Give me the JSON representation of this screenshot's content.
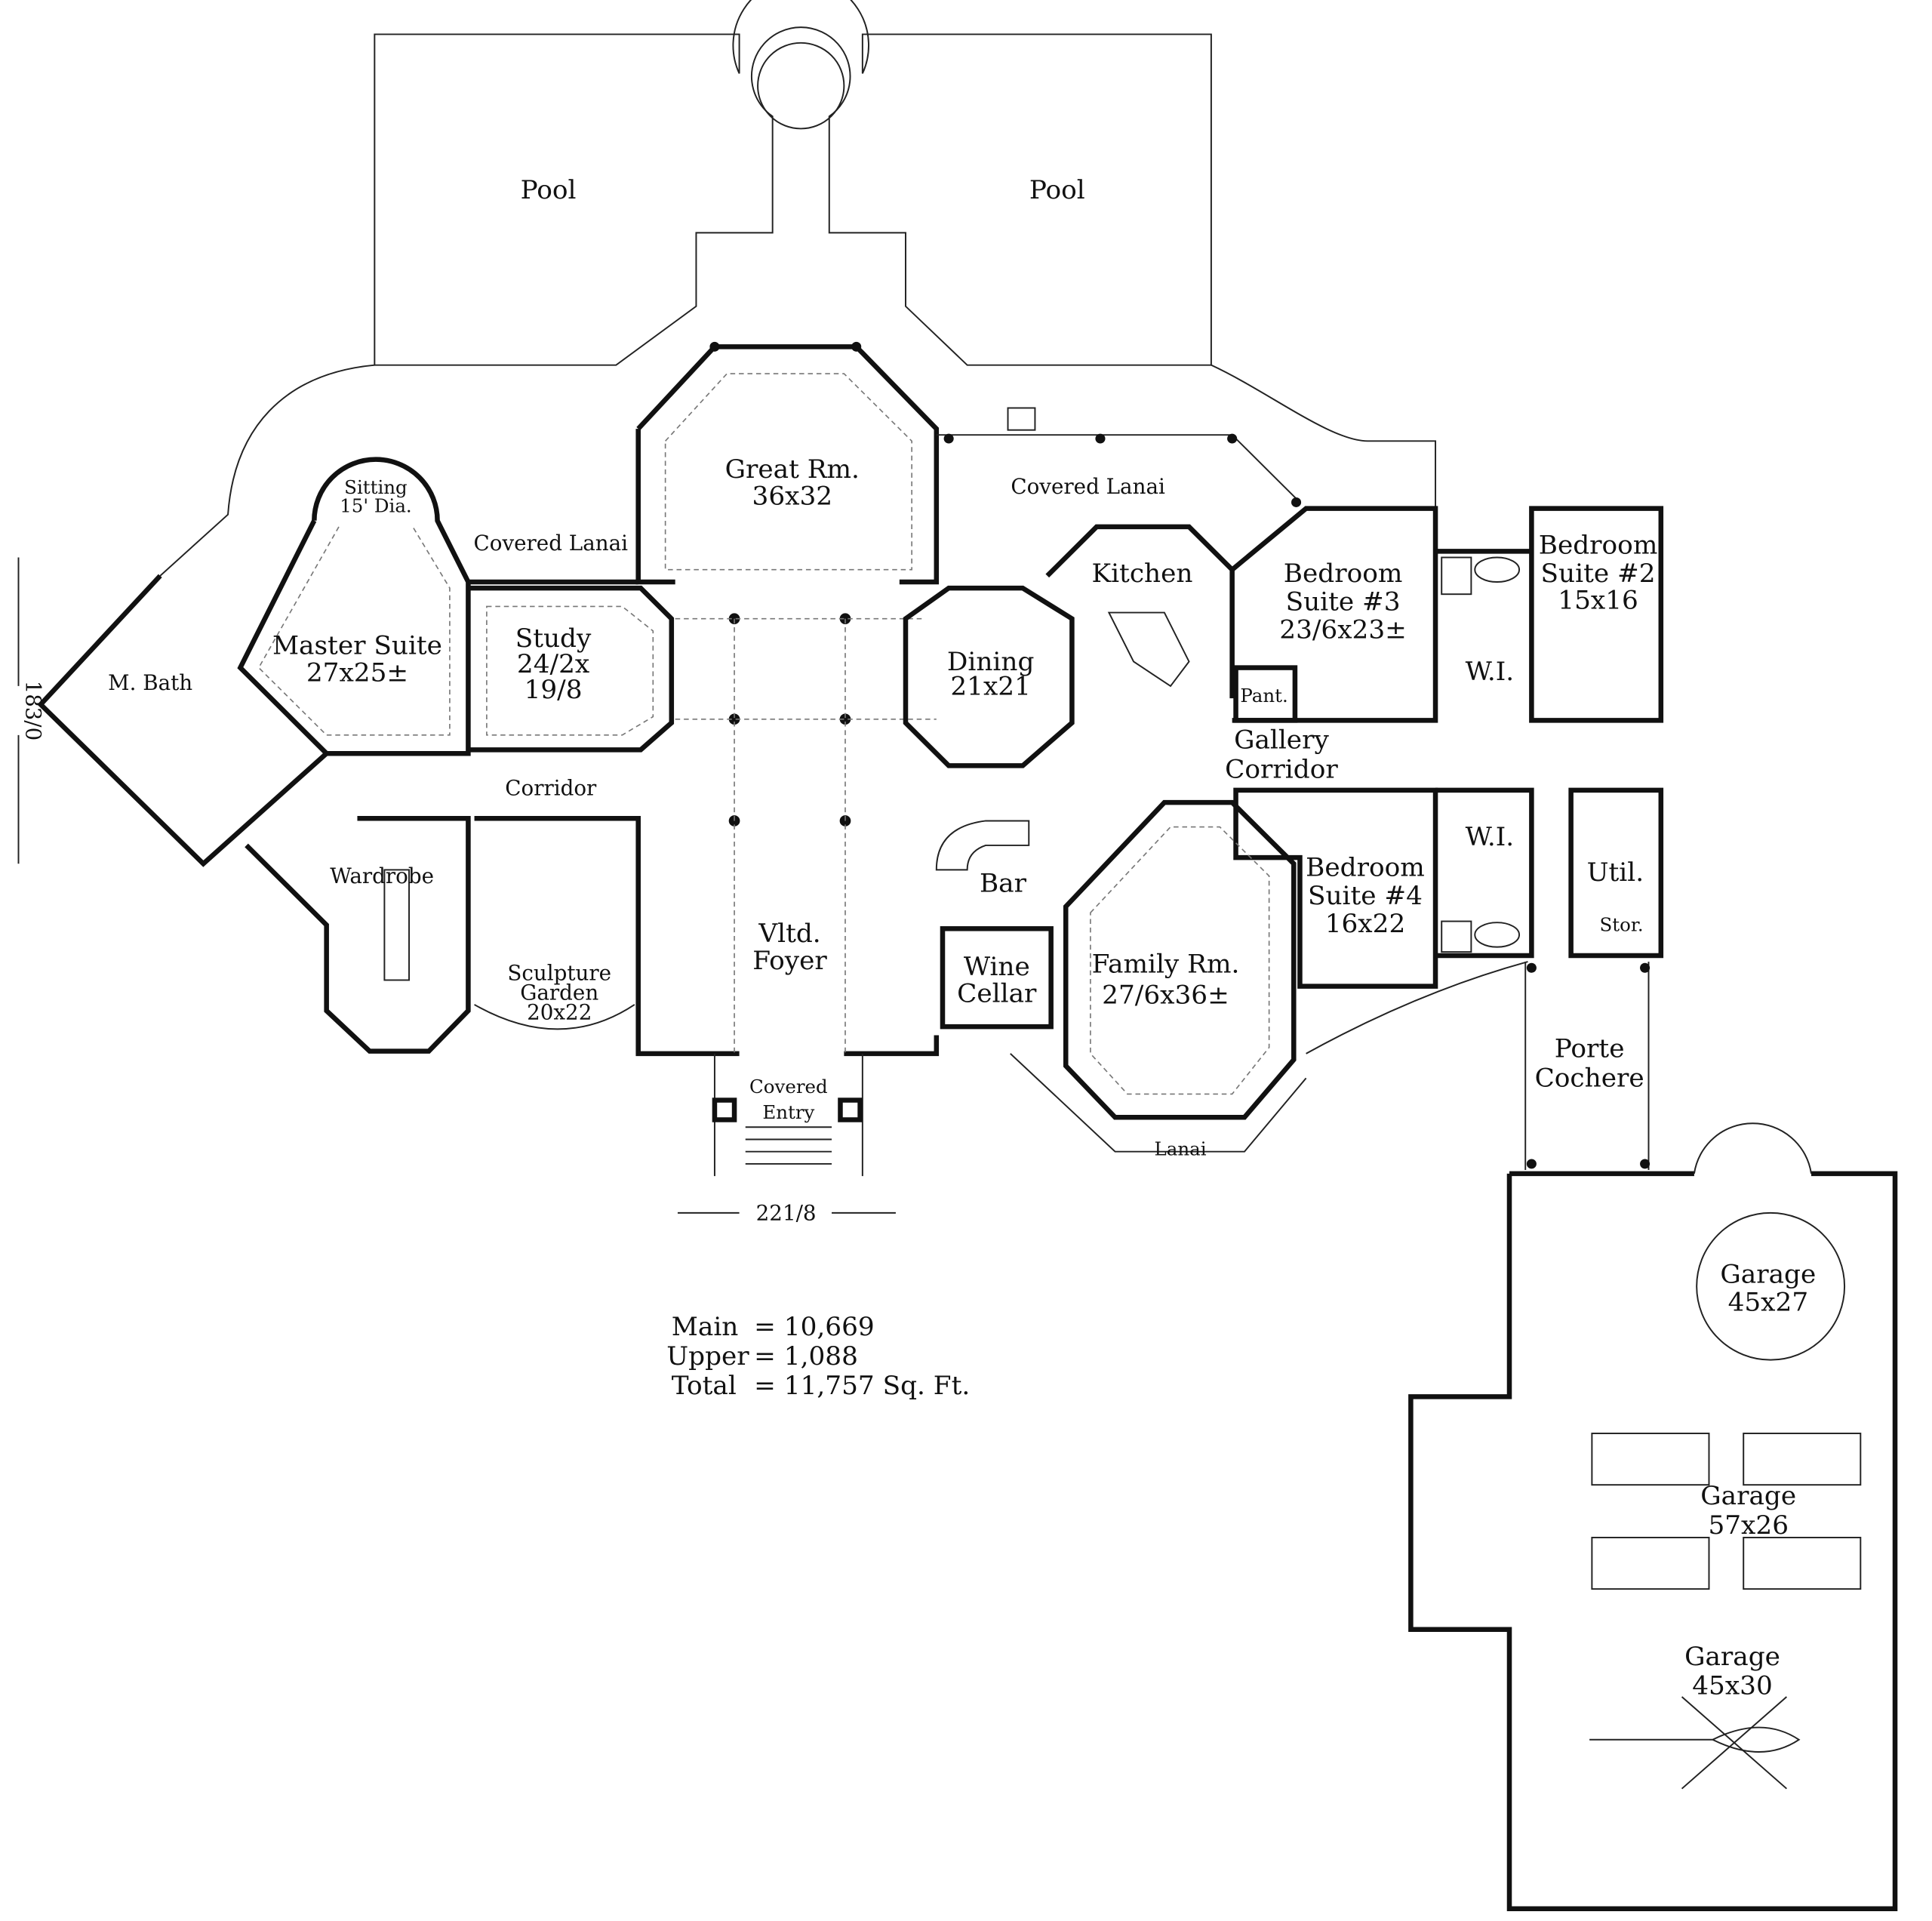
{
  "title": "Main Floor Plan",
  "rooms": {
    "pool_left": "Pool",
    "pool_right": "Pool",
    "great_room": {
      "name": "Great Rm.",
      "size": "36x32"
    },
    "covered_lanai_rear": "Covered Lanai",
    "sitting": {
      "name": "Sitting",
      "size": "15' Dia."
    },
    "covered_lanai_master": "Covered Lanai",
    "kitchen": "Kitchen",
    "bedroom3": {
      "line1": "Bedroom",
      "line2": "Suite #3",
      "size": "23/6x23±"
    },
    "bedroom2": {
      "line1": "Bedroom",
      "line2": "Suite #2",
      "size": "15x16"
    },
    "master_suite": {
      "name": "Master Suite",
      "size": "27x25±"
    },
    "study": {
      "name": "Study",
      "size1": "24/2x",
      "size2": "19/8"
    },
    "dining": {
      "name": "Dining",
      "size": "21x21"
    },
    "master_bath": "M. Bath",
    "pantry": "Pant.",
    "walkin1": "W.I.",
    "gallery": {
      "line1": "Gallery",
      "line2": "Corridor"
    },
    "corridor": "Corridor",
    "walkin2": "W.I.",
    "utility": "Util.",
    "bedroom4": {
      "line1": "Bedroom",
      "line2": "Suite #4",
      "size": "16x22"
    },
    "wardrobe": "Wardrobe",
    "bar": "Bar",
    "storage": "Stor.",
    "foyer": {
      "line1": "Vltd.",
      "line2": "Foyer"
    },
    "wine_cellar": {
      "line1": "Wine",
      "line2": "Cellar"
    },
    "family_room": {
      "name": "Family Rm.",
      "size": "27/6x36±"
    },
    "sculpture_garden": {
      "line1": "Sculpture",
      "line2": "Garden",
      "size": "20x22"
    },
    "porte_cochere": {
      "line1": "Porte",
      "line2": "Cochere"
    },
    "covered_entry": {
      "line1": "Covered",
      "line2": "Entry"
    },
    "lanai_front": "Lanai",
    "garage1": {
      "name": "Garage",
      "size": "45x27"
    },
    "garage2": {
      "name": "Garage",
      "size": "57x26"
    },
    "garage3": {
      "name": "Garage",
      "size": "45x30"
    }
  },
  "dimensions": {
    "width": "221/8",
    "depth": "183/0"
  },
  "area_summary": {
    "main_label": "Main",
    "main_value": "= 10,669",
    "upper_label": "Upper",
    "upper_value": "= 1,088",
    "total_label": "Total",
    "total_value": "= 11,757 Sq. Ft."
  }
}
